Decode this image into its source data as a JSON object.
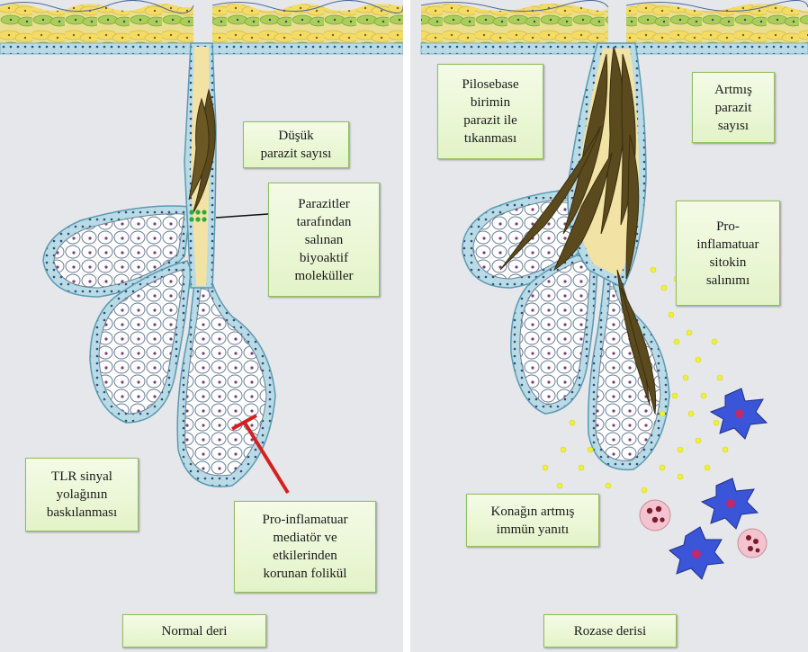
{
  "left_panel": {
    "caption": "Normal deri",
    "labels": {
      "low_parasite": "Düşük\nparazit sayısı",
      "bioactive": "Parazitler\ntarafından\nsalınan\nbiyoaktif\nmoleküller",
      "tlr": "TLR sinyal\nyolağının\nbaskılanması",
      "protected": "Pro-inflamatuar\nmediatör ve\netkilerinden\nkorunan folikül"
    }
  },
  "right_panel": {
    "caption": "Rozase derisi",
    "labels": {
      "blockage": "Pilosebase\nbirimin\nparazit ile\ntıkanması",
      "increased": "Artmış\nparazit\nsayısı",
      "cytokine": "Pro-\ninflamatuar\nsitokin\nsalınımı",
      "immune": "Konağın artmış\nimmün yanıtı"
    }
  },
  "colors": {
    "skin_yellow": "#f3dc63",
    "skin_green": "#a9cf5a",
    "basal_blue": "#b9dbe6",
    "follicle_fill": "#f2e3a4",
    "cell_outline": "#6b7f96",
    "nucleus": "#7a3d7a",
    "parasite": "#5a4a1e",
    "inhibition_red": "#d62020",
    "cytokine_yellow": "#f0f03a",
    "immune_blue": "#3a55d8",
    "immune_pink": "#f3c3cf"
  }
}
